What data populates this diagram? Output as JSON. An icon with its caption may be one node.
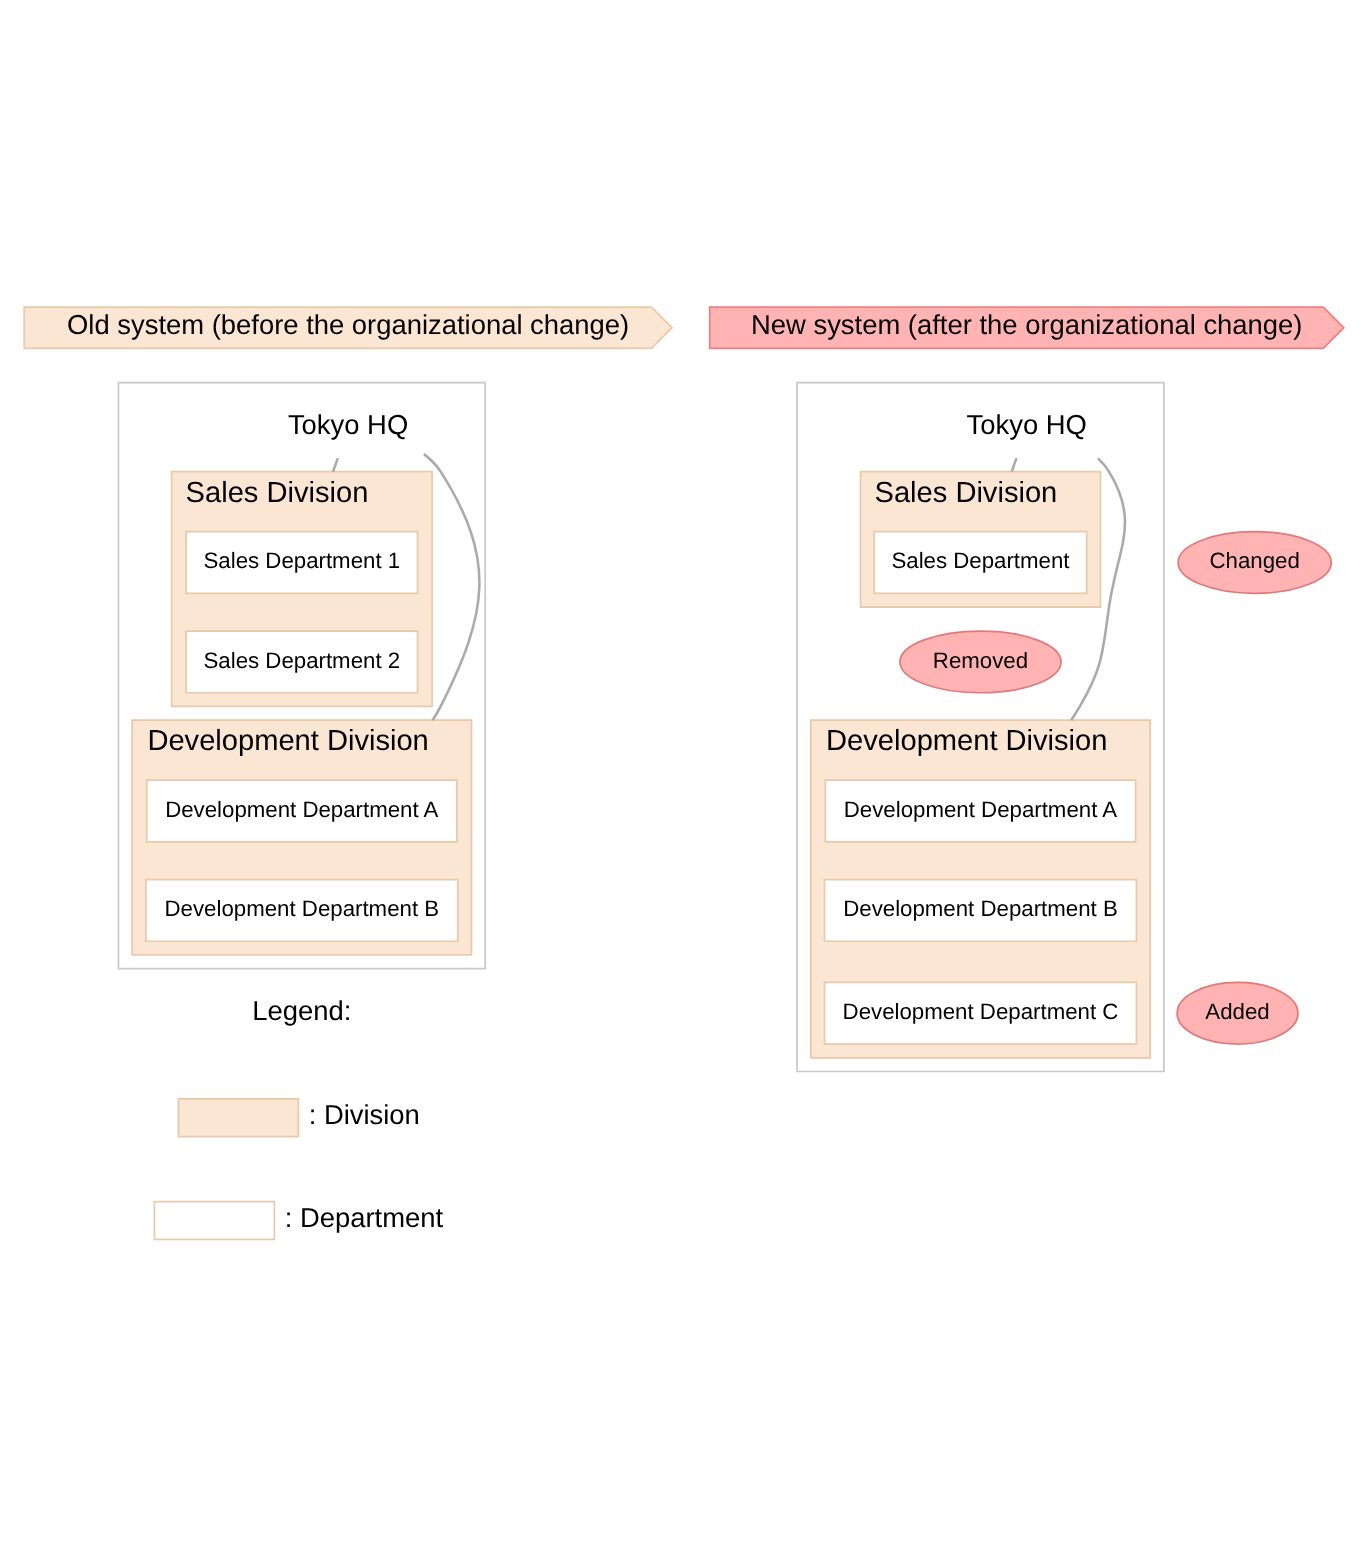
{
  "diagram": {
    "nodes": [
      {
        "text": [
          "Old system (before the organizational change)"
        ]
      },
      {
        "text": [
          "New system (after the organizational change)"
        ]
      },
      {
        "text": [],
        "shape": "box"
      },
      {
        "text": [
          "Tokyo HQ"
        ],
        "in": 2
      },
      {
        "text": [
          "Sales Division"
        ],
        "in": 2
      },
      {
        "text": [
          "Sales Department 1"
        ],
        "in": 4
      },
      {
        "text": [
          "Sales Department 2"
        ],
        "in": 4
      },
      {
        "text": [
          "Development Division"
        ],
        "in": 2
      },
      {
        "text": [
          "Development Department A"
        ],
        "in": 7
      },
      {
        "text": [
          "Development Department B"
        ],
        "in": 7
      },
      {
        "text": [],
        "shape": "box"
      },
      {
        "text": [
          "Tokyo HQ"
        ],
        "in": 10
      },
      {
        "text": [
          "Sales Division"
        ],
        "in": 10
      },
      {
        "text": [
          "Sales Department"
        ],
        "in": 12
      },
      {
        "text": [
          "Changed"
        ]
      },
      {
        "text": [
          "Removed"
        ],
        "in": 10
      },
      {
        "text": [
          "Development Division"
        ],
        "in": 10
      },
      {
        "text": [
          "Development Department A"
        ],
        "in": 16
      },
      {
        "text": [
          "Development Department B"
        ],
        "in": 16
      },
      {
        "text": [
          "Development Department C"
        ],
        "in": 16
      },
      {
        "text": [
          "Added"
        ]
      }
    ],
    "edges": [
      {
        "from": 3,
        "to": 4,
        "arrow": "none"
      },
      {
        "from": 3,
        "to": 7,
        "arrow": "none"
      },
      {
        "from": 11,
        "to": 12,
        "arrow": "none"
      },
      {
        "from": 11,
        "to": 16,
        "arrow": "none"
      }
    ],
    "labels": [
      "Legend:"
    ],
    "legend": [
      {
        "text": ": Division",
        "color": "#fbe5d3"
      },
      {
        "text": ": Department",
        "color": "#ffffff"
      }
    ]
  }
}
